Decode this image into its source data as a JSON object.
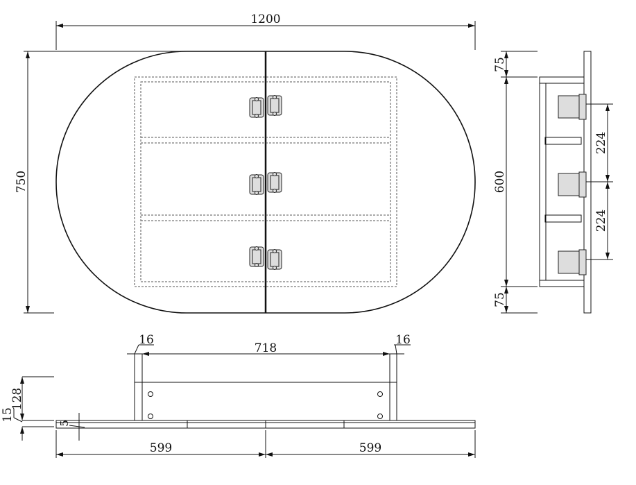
{
  "drawing": {
    "front_view": {
      "width": "1200",
      "height": "750"
    },
    "side_view": {
      "top_offset": "75",
      "cabinet_height": "600",
      "bottom_offset": "75",
      "hinge_spacing_1": "224",
      "hinge_spacing_2": "224"
    },
    "plan_view": {
      "inner_width": "718",
      "side_left": "16",
      "side_right": "16",
      "depth": "128",
      "mirror_thickness": "15",
      "gap": "5",
      "door_left": "599",
      "door_right": "599"
    }
  }
}
